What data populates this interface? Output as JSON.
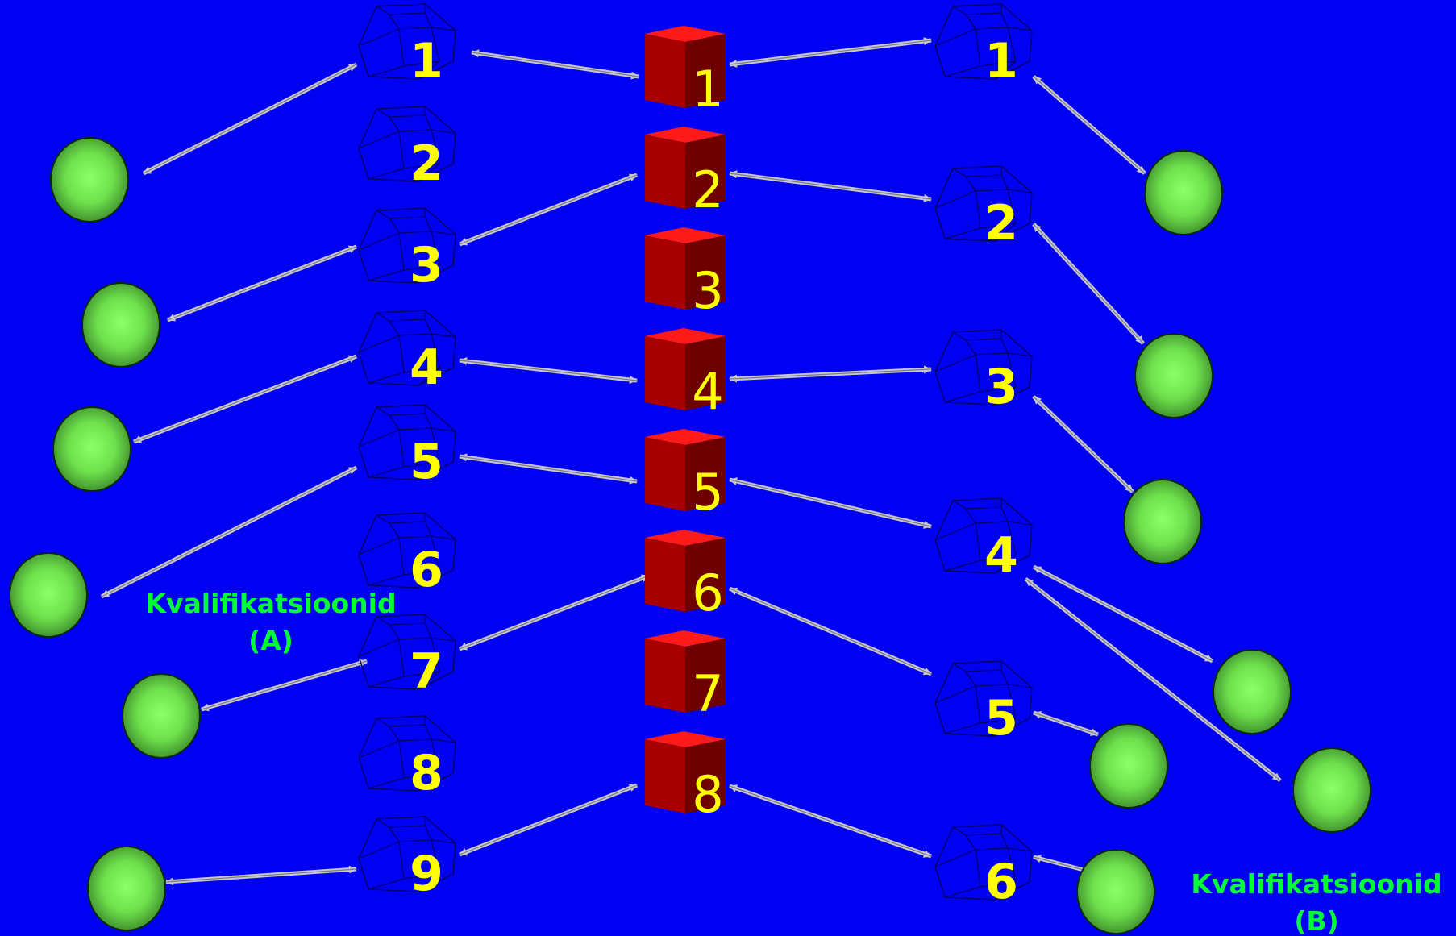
{
  "diagram": {
    "background_color": "#0000f2",
    "label_color": "#ffff00",
    "group_label_color": "#00ff33",
    "cube_color": "#b00000",
    "sphere_color": "#66dd44",
    "arrow_color": "#c8c8c8",
    "group_a": {
      "label_line1": "Kvalifikatsioonid",
      "label_line2": "(A)",
      "items": [
        "1",
        "2",
        "3",
        "4",
        "5",
        "6",
        "7",
        "8",
        "9"
      ]
    },
    "center": {
      "items": [
        "1",
        "2",
        "3",
        "4",
        "5",
        "6",
        "7",
        "8"
      ]
    },
    "group_b": {
      "label_line1": "Kvalifikatsioonid",
      "label_line2": "(B)",
      "items": [
        "1",
        "2",
        "3",
        "4",
        "5",
        "6"
      ]
    }
  }
}
